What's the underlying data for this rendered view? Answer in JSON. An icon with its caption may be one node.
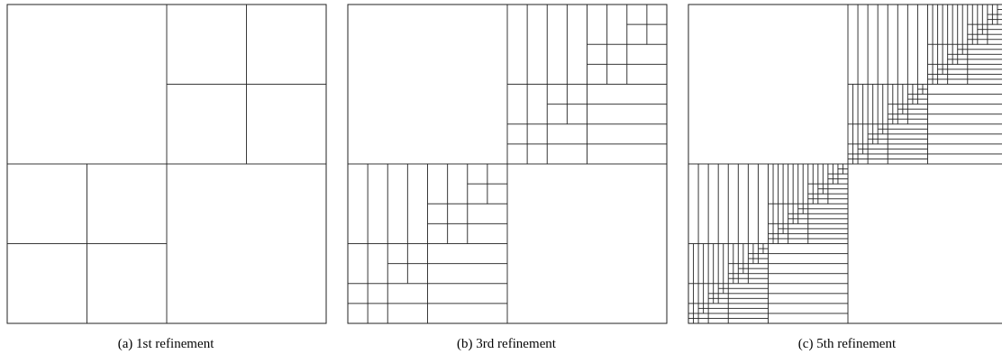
{
  "diagram": {
    "labels": [
      "(a) 1st refinement",
      "(b) 3rd refinement",
      "(c) 5th refinement"
    ]
  }
}
